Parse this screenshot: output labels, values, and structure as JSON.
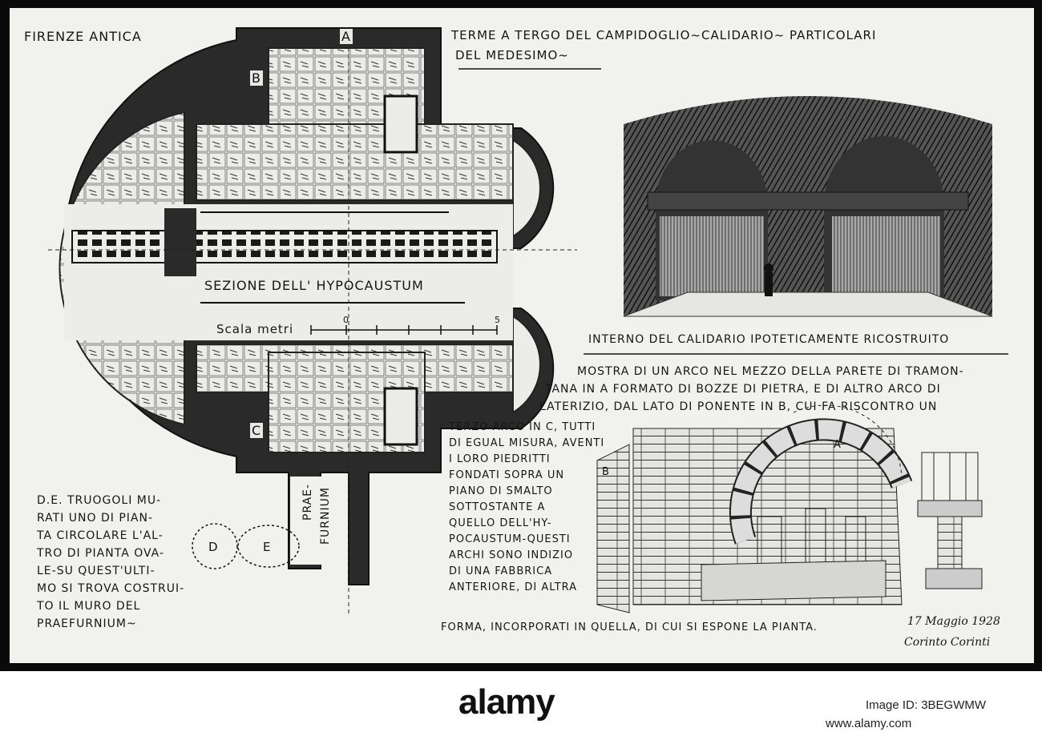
{
  "header": {
    "left_title": "FIRENZE ANTICA",
    "main_title_line1": "TERME A TERGO DEL CAMPIDOGLIO~CALIDARIO~ PARTICOLARI",
    "main_title_line2": "DEL MEDESIMO~"
  },
  "plan": {
    "letter_a": "A",
    "letter_b": "B",
    "letter_c": "C",
    "section_label": "SEZIONE DELL' HYPOCAUSTUM",
    "scale_label": "Scala metri",
    "scale_zero": "0",
    "scale_five": "5",
    "praefurnium_line1": "PRAE-",
    "praefurnium_line2": "FURNIUM",
    "trough_d": "D",
    "trough_e": "E"
  },
  "interior": {
    "caption": "INTERNO DEL CALIDARIO IPOTETICAMENTE RICOSTRUITO"
  },
  "arch": {
    "letter_a": "A",
    "letter_b": "B"
  },
  "description": {
    "line1": "MOSTRA DI UN ARCO NEL MEZZO DELLA PARETE DI TRAMON-",
    "line2": "TANA IN A FORMATO DI BOZZE DI PIETRA, E DI ALTRO ARCO DI",
    "line3": "LATERIZIO, DAL LATO DI PONENTE IN B, CUI FA RISCONTRO UN",
    "col": [
      "TERZO ARCO IN C, TUTTI",
      "DI EGUAL MISURA, AVENTI",
      "I LORO PIEDRITTI",
      "FONDATI SOPRA UN",
      "PIANO DI SMALTO",
      "SOTTOSTANTE A",
      "QUELLO DELL'HY-",
      "POCAUSTUM-QUESTI",
      "ARCHI SONO INDIZIO",
      "DI UNA FABBRICA",
      "ANTERIORE, DI ALTRA"
    ],
    "last": "FORMA, INCORPORATI IN QUELLA, DI CUI SI ESPONE LA PIANTA."
  },
  "note": {
    "lines": [
      "D.E. TRUOGOLI MU-",
      "RATI UNO DI PIAN-",
      "TA CIRCOLARE L'AL-",
      "TRO DI PIANTA OVA-",
      "LE-SU QUEST'ULTI-",
      "MO SI TROVA COSTRUI-",
      "TO IL MURO DEL",
      "PRAEFURNIUM~"
    ]
  },
  "signature": {
    "date": "17 Maggio 1928",
    "name": "Corinto Corinti"
  },
  "watermark": {
    "logo": "alamy",
    "image_id": "Image ID: 3BEGWMW",
    "url": "www.alamy.com"
  }
}
